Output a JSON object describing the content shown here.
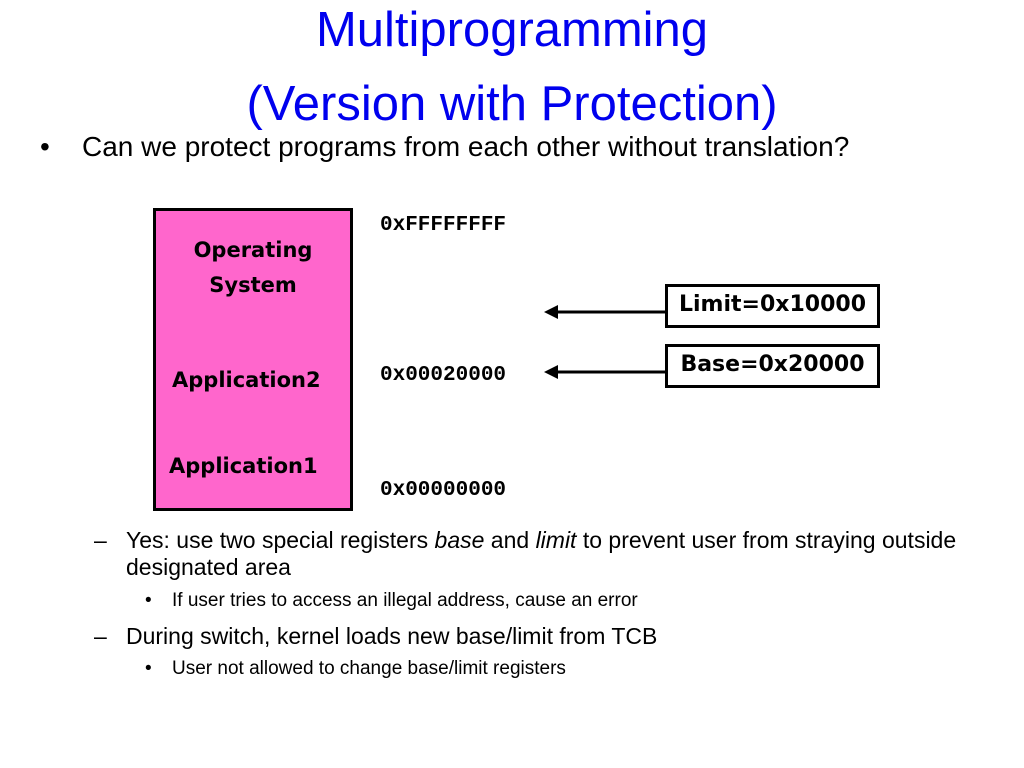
{
  "title": {
    "line1": "Multiprogramming",
    "line2": "(Version with Protection)"
  },
  "bullets": {
    "main_marker": "•",
    "main_text": "Can we protect programs from each other without translation?",
    "sub_marker": "–",
    "subsub_marker": "•",
    "sub1": {
      "pre": "Yes: use two special registers ",
      "em1": "base",
      "mid": " and ",
      "em2": "limit",
      "post": " to prevent user from straying outside designated area"
    },
    "subsub1": "If user tries to access an illegal address, cause an error",
    "sub2": "During switch, kernel loads new base/limit from TCB",
    "subsub2": "User not allowed to change base/limit registers"
  },
  "memory": {
    "os_line1": "Operating",
    "os_line2": "System",
    "app2": "Application2",
    "app1": "Application1",
    "fill_color": "#ff66cc"
  },
  "addresses": {
    "top": "0xFFFFFFFF",
    "mid": "0x00020000",
    "bottom": "0x00000000"
  },
  "registers": {
    "limit": "Limit=0x10000",
    "base": "Base=0x20000"
  },
  "colors": {
    "title": "#0000ee"
  }
}
